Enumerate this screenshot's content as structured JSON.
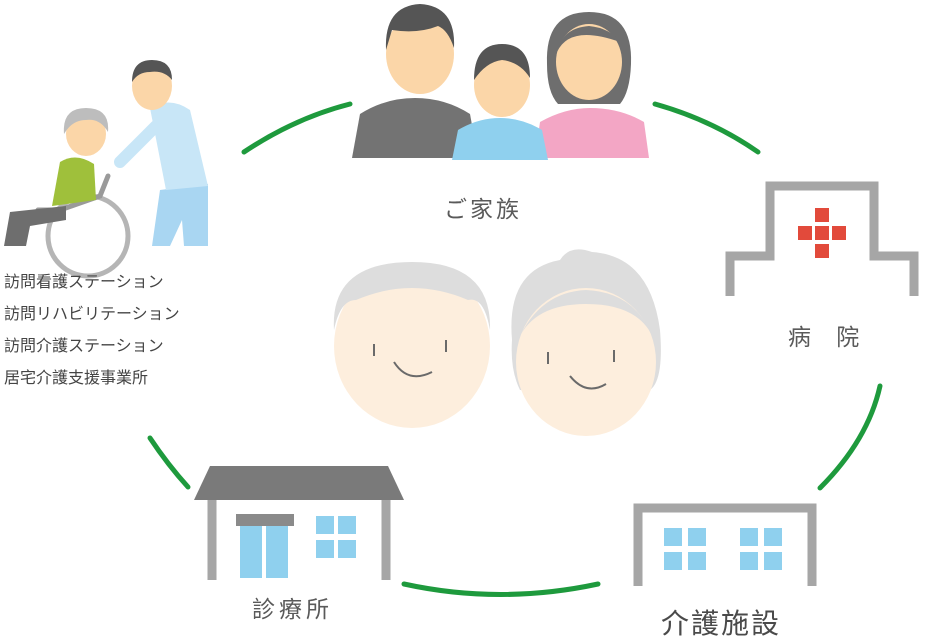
{
  "labels": {
    "family": "ご家族",
    "hospital": "病 院",
    "clinic": "診療所",
    "care_facility": "介護施設"
  },
  "home_care_services": [
    "訪問看護ステーション",
    "訪問リハビリテーション",
    "訪問介護ステーション",
    "居宅介護支援事業所"
  ],
  "colors": {
    "ring": "#1e9a3d",
    "building": "#a6a6a6",
    "window": "#8fd0ee",
    "cross": "#e24a3b",
    "skin": "#fdeedd"
  }
}
